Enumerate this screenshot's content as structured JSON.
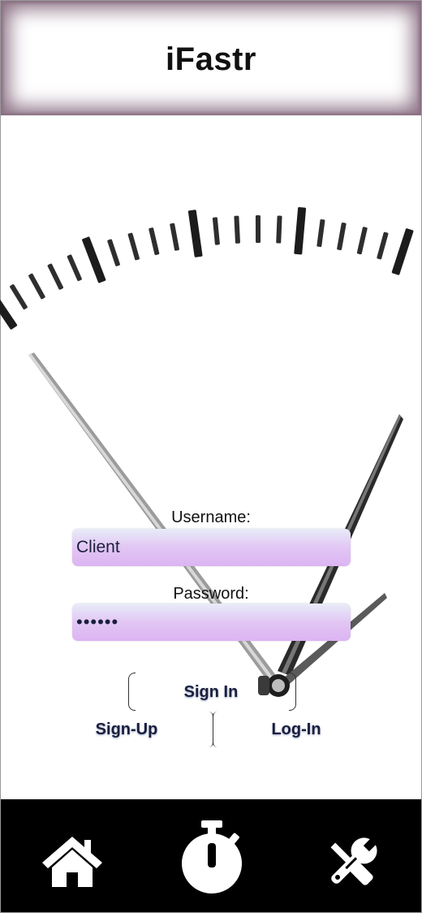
{
  "app": {
    "title": "iFastr"
  },
  "login": {
    "username_label": "Username:",
    "username_value": "Client",
    "password_label": "Password:",
    "password_value": "••••••"
  },
  "buttons": {
    "sign_in": "Sign In",
    "sign_up": "Sign-Up",
    "log_in": "Log-In"
  },
  "tabbar": {
    "items": [
      {
        "icon": "home-icon"
      },
      {
        "icon": "stopwatch-icon"
      },
      {
        "icon": "tools-icon"
      }
    ]
  },
  "colors": {
    "header_border": "#8a6f83",
    "field_top": "#e8ecf8",
    "field_bottom": "#dcb4f2",
    "tabbar_bg": "#000000",
    "text_dark": "#1a1f3d"
  }
}
